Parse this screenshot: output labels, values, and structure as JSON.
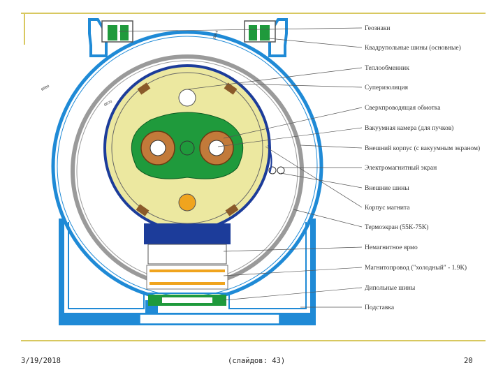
{
  "labels": [
    "Геознаки",
    "Квадрупольные шины (основные)",
    "Теплообменник",
    "Суперизоляция",
    "Сверхпроводящая обмотка",
    "Вакуумная камера (для пучков)",
    "Внешний корпус (с вакуумным экраном)",
    "Электромагнитный экран",
    "Внешние шины",
    "Корпус магнита",
    "Термоэкран (55К-75К)",
    "Немагнитное ярмо",
    "Магнитопровод (\"холодный\" - 1.9К)",
    "Дипольные шины",
    "Подставка"
  ],
  "dims": {
    "d1": "Ø914",
    "d2": "Ø880",
    "d3": "Ø570"
  },
  "footer": {
    "date": "3/19/2018",
    "slides": "(слайдов: 43)",
    "page": "20"
  },
  "colors": {
    "blue": "#1f8ad6",
    "navy": "#1c3c9a",
    "yellow": "#ece8a0",
    "green": "#1f9a3c",
    "gray": "#9a9a9a",
    "orange": "#f0a41e",
    "frame": "#d8c860"
  }
}
